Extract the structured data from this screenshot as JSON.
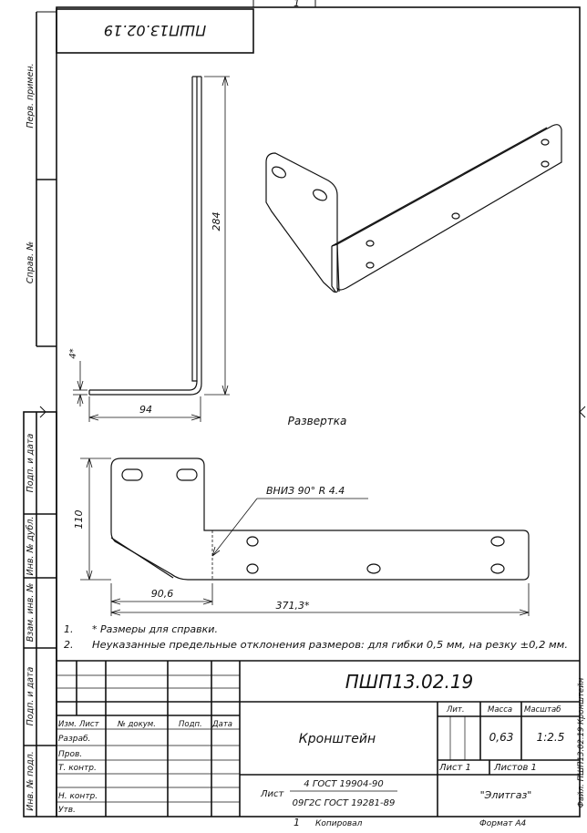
{
  "sheet": {
    "top_page_number": "1",
    "rotated_code": "ПШП13.02.19",
    "side_labels": [
      "Перв. примен.",
      "Справ. №",
      "Подп. и дата",
      "Инв. № дубл.",
      "Взам. инв. №",
      "Подп. и дата",
      "Инв. № подл."
    ],
    "bottom_page_number": "1",
    "copied": "Копировал",
    "format": "Формат А4",
    "file_note": "Файл: ПШП13.02.19 Кронштейн"
  },
  "drawing": {
    "dim_height": "284",
    "dim_thickness": "4*",
    "dim_width": "94",
    "unfold_title": "Развертка",
    "bend_note": "ВНИЗ  90°  R 4.4",
    "dim_unfold_height": "110",
    "dim_unfold_offset": "90,6",
    "dim_unfold_length": "371,3*"
  },
  "notes": [
    {
      "num": "1.",
      "text": "* Размеры для справки."
    },
    {
      "num": "2.",
      "text": "Неуказанные предельные отклонения размеров: для гибки 0,5 мм, на резку ±0,2 мм."
    }
  ],
  "title_block": {
    "designation": "ПШП13.02.19",
    "headers": {
      "izm": "Изм.",
      "list": "Лист",
      "doc": "№ докум.",
      "sign": "Подп.",
      "date": "Дата",
      "lit": "Лит.",
      "mass": "Масса",
      "scale": "Масштаб"
    },
    "roles": [
      "Разраб.",
      "Пров.",
      "Т. контр.",
      "",
      "Н. контр.",
      "Утв."
    ],
    "part_name": "Кронштейн",
    "mass": "0,63",
    "scale": "1:2.5",
    "sheet_label": "Лист 1",
    "sheets_label": "Листов 1",
    "material_prefix": "Лист",
    "material_line1": "4 ГОСТ 19904-90",
    "material_line2": "09Г2С ГОСТ 19281-89",
    "company": "\"Элитгаз\""
  }
}
